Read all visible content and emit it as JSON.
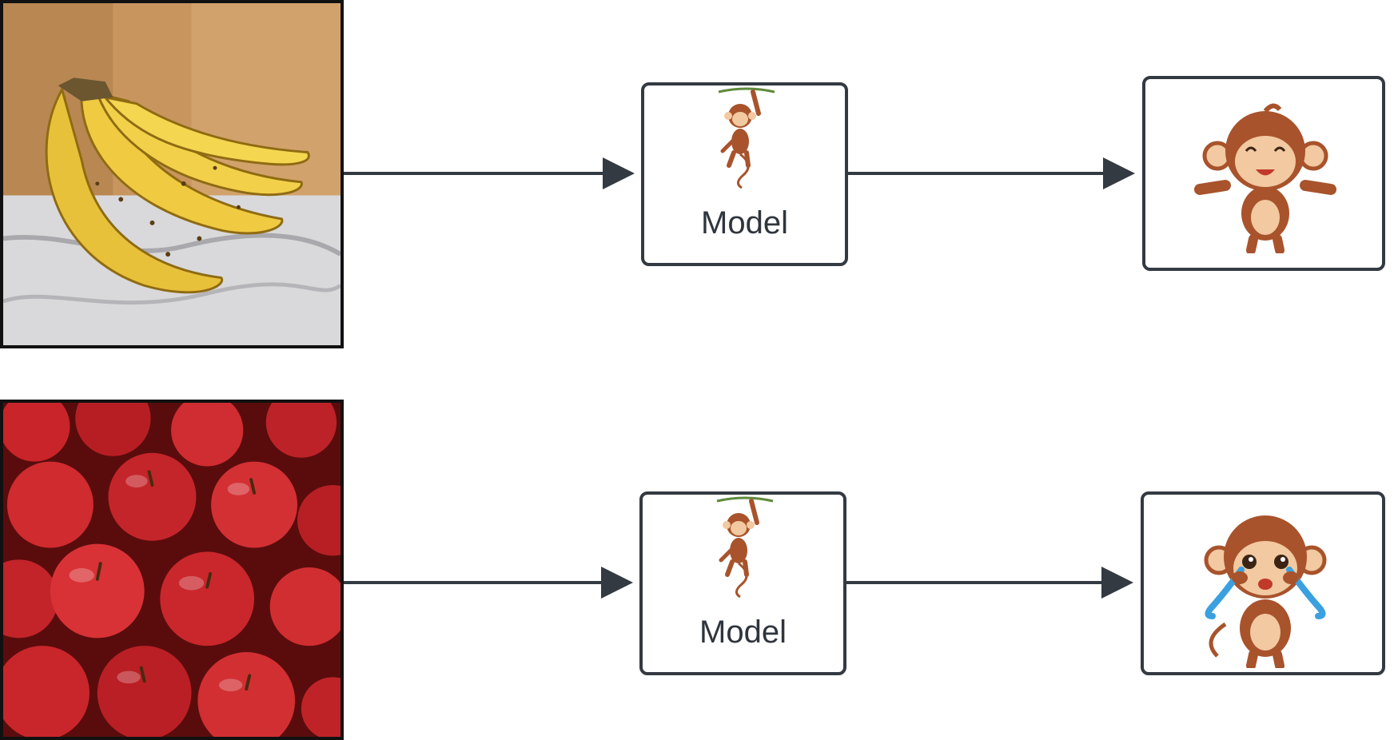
{
  "rows": [
    {
      "input": "banana-photo",
      "model": {
        "label": "Model",
        "icon": "hanging-monkey-icon"
      },
      "output": "happy-monkey-icon"
    },
    {
      "input": "apples-photo",
      "model": {
        "label": "Model",
        "icon": "hanging-monkey-icon"
      },
      "output": "crying-monkey-icon"
    }
  ],
  "colors": {
    "stroke": "#343a42",
    "frame": "#111111",
    "monkey_brown": "#a8532c",
    "monkey_face": "#f2c9a0"
  }
}
